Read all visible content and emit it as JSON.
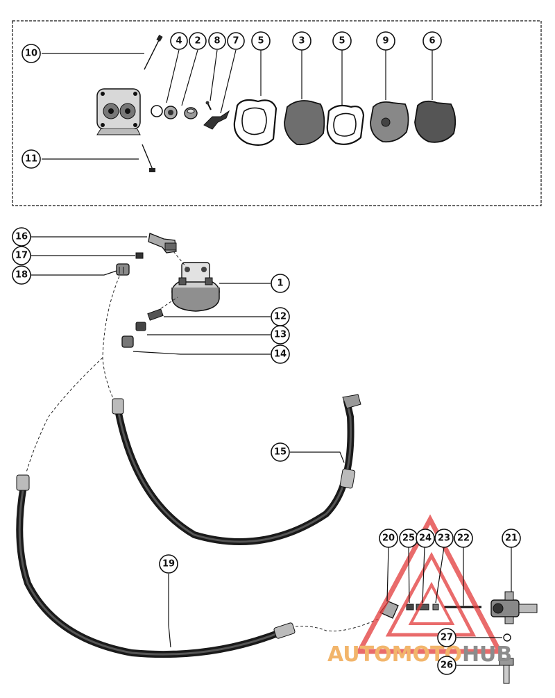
{
  "callouts": {
    "c10": "10",
    "c4": "4",
    "c2": "2",
    "c8": "8",
    "c7": "7",
    "c5a": "5",
    "c3": "3",
    "c5b": "5",
    "c9": "9",
    "c6": "6",
    "c11": "11",
    "c16": "16",
    "c17": "17",
    "c18": "18",
    "c1": "1",
    "c12": "12",
    "c13": "13",
    "c14": "14",
    "c15": "15",
    "c19": "19",
    "c20": "20",
    "c25": "25",
    "c24": "24",
    "c23": "23",
    "c22": "22",
    "c21": "21",
    "c27": "27",
    "c26": "26"
  },
  "watermark": {
    "part1": "AUTOMOTO",
    "part2": "HUB",
    "color1": "#f2b56b",
    "color2": "#8c8c8c",
    "logo_color": "#e23a3a"
  }
}
